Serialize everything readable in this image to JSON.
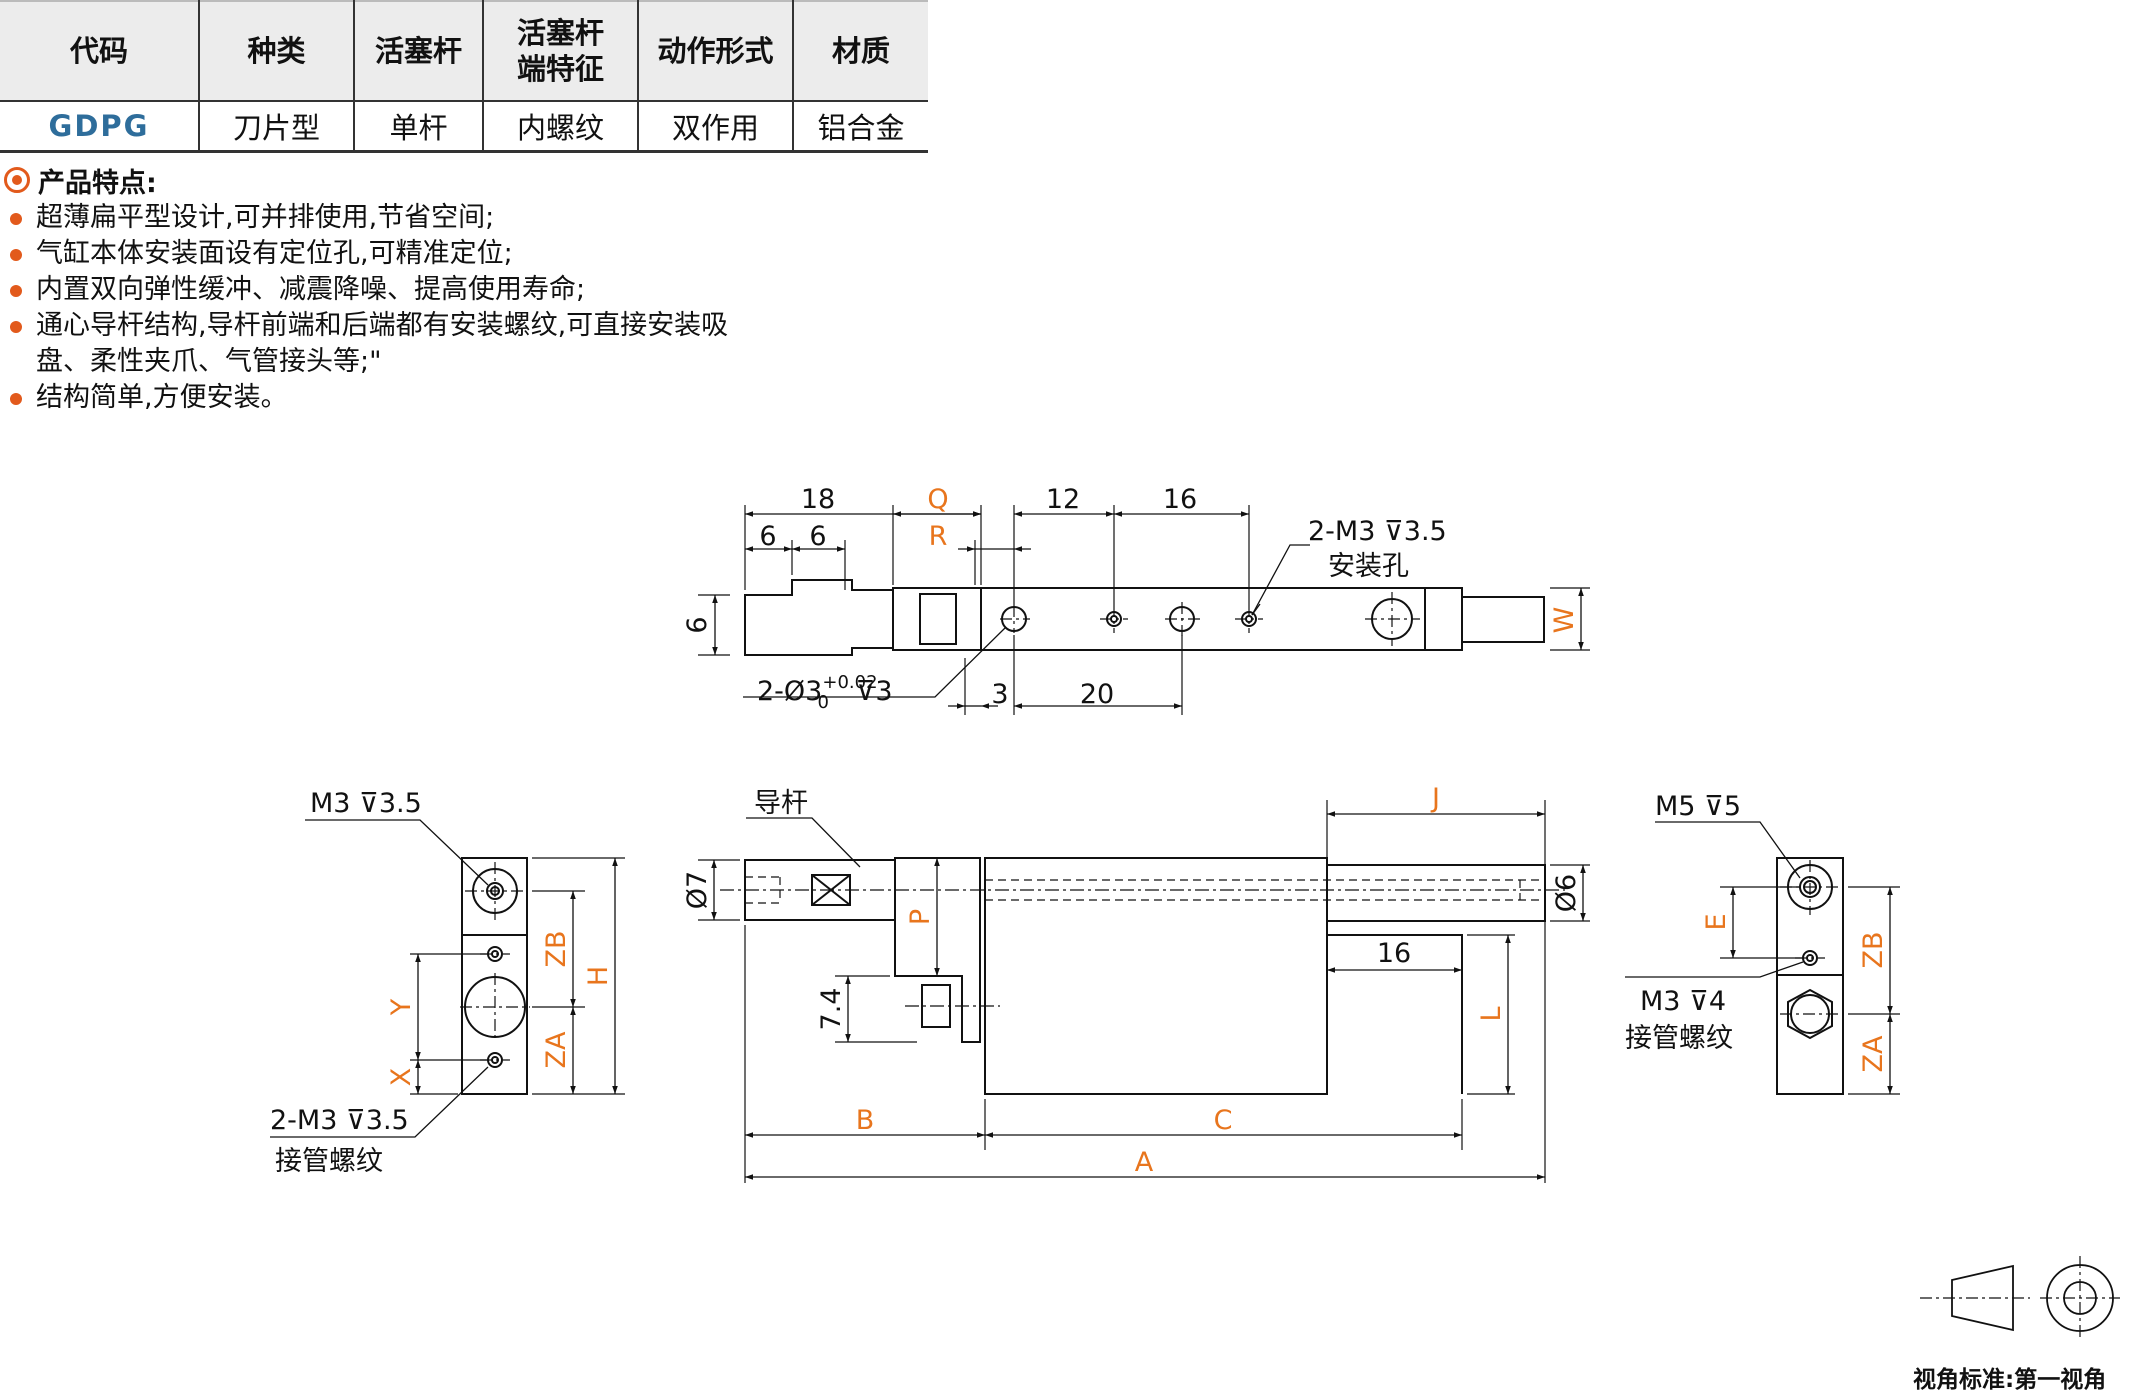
{
  "table": {
    "headers": [
      "代码",
      "种类",
      "活塞杆",
      "活塞杆\n端特征",
      "动作形式",
      "材质"
    ],
    "row": [
      "GDPG",
      "刀片型",
      "单杆",
      "内螺纹",
      "双作用",
      "铝合金"
    ]
  },
  "features": {
    "title": "产品特点:",
    "items": [
      "超薄扁平型设计,可并排使用,节省空间;",
      "气缸本体安装面设有定位孔,可精准定位;",
      "内置双向弹性缓冲、减震降噪、提高使用寿命;",
      "通心导杆结构,导杆前端和后端都有安装螺纹,可直接安装吸盘、柔性夹爪、气管接头等;\"",
      "结构简单,方便安装。"
    ]
  },
  "drawing": {
    "top": {
      "d18": "18",
      "d6a": "6",
      "d6b": "6",
      "q": "Q",
      "r": "R",
      "d12": "12",
      "d16": "16",
      "mount_hole": "2-M3",
      "mount_depth": "3.5",
      "mount_name": "安装孔",
      "d6v": "6",
      "w": "W",
      "pin_prefix": "2-Ø3",
      "tol_up": "+0.02",
      "tol_low": "0",
      "pin_depth": "3",
      "d3": "3",
      "d20": "20"
    },
    "front": {
      "guide": "导杆",
      "j": "J",
      "d7": "Ø7",
      "d6": "Ø6",
      "p": "P",
      "d16": "16",
      "l": "L",
      "d74": "7.4",
      "b": "B",
      "c": "C",
      "a": "A"
    },
    "left": {
      "thread": "M3",
      "depth": "3.5",
      "zb": "ZB",
      "h": "H",
      "y": "Y",
      "za": "ZA",
      "x": "X",
      "port": "2-M3",
      "port_depth": "3.5",
      "port_name": "接管螺纹"
    },
    "right": {
      "thread": "M5",
      "depth": "5",
      "e": "E",
      "zb": "ZB",
      "port": "M3",
      "port_depth": "4",
      "port_name": "接管螺纹",
      "za": "ZA"
    }
  },
  "footer": {
    "label": "视角标准:",
    "value": "第一视角"
  },
  "colors": {
    "accent": "#e25a1c",
    "dimension_var": "#e8751d",
    "code": "#2e6d9b"
  }
}
